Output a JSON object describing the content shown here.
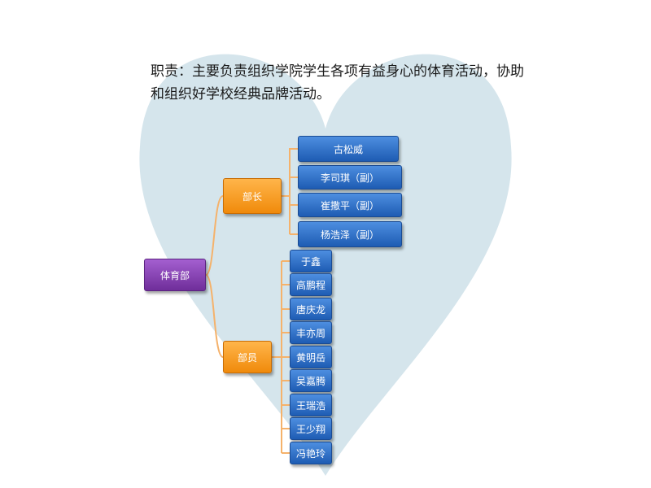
{
  "description": "职责：主要负责组织学院学生各项有益身心的体育活动，协助和组织好学校经典品牌活动。",
  "root": {
    "label": "体育部"
  },
  "categories": [
    {
      "label": "部长",
      "members": [
        "古松威",
        "李司琪（副）",
        "崔撒平（副）",
        "杨浩泽（副）"
      ]
    },
    {
      "label": "部员",
      "members": [
        "于鑫",
        "高鹏程",
        "唐庆龙",
        "丰亦周",
        "黄明岳",
        "吴嘉腾",
        "王瑞浩",
        "王少翔",
        "冯艳玲"
      ]
    }
  ],
  "colors": {
    "heart": "#d5e5ec",
    "root": "#7b3aa8",
    "category": "#f39a1e",
    "leaf": "#2c6cc4",
    "connector": "#f5b26b"
  }
}
